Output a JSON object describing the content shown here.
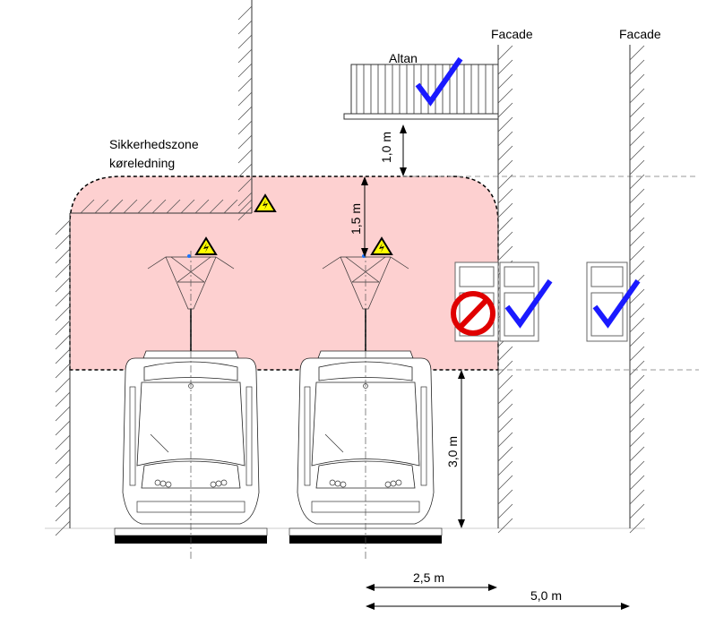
{
  "labels": {
    "facade_1": "Facade",
    "facade_2": "Facade",
    "balcony": "Altan",
    "zone_line1": "Sikkerhedszone",
    "zone_line2": "køreledning"
  },
  "dimensions": {
    "balcony_clearance": "1,0 m",
    "wire_clearance": "1,5 m",
    "zone_height": "3,0 m",
    "distance_2_5": "2,5 m",
    "distance_5_0": "5,0 m"
  },
  "colors": {
    "zone": "#fdd0d0",
    "check": "#1a1aff",
    "prohibited": "#e00000",
    "warning": "#ffff00"
  }
}
